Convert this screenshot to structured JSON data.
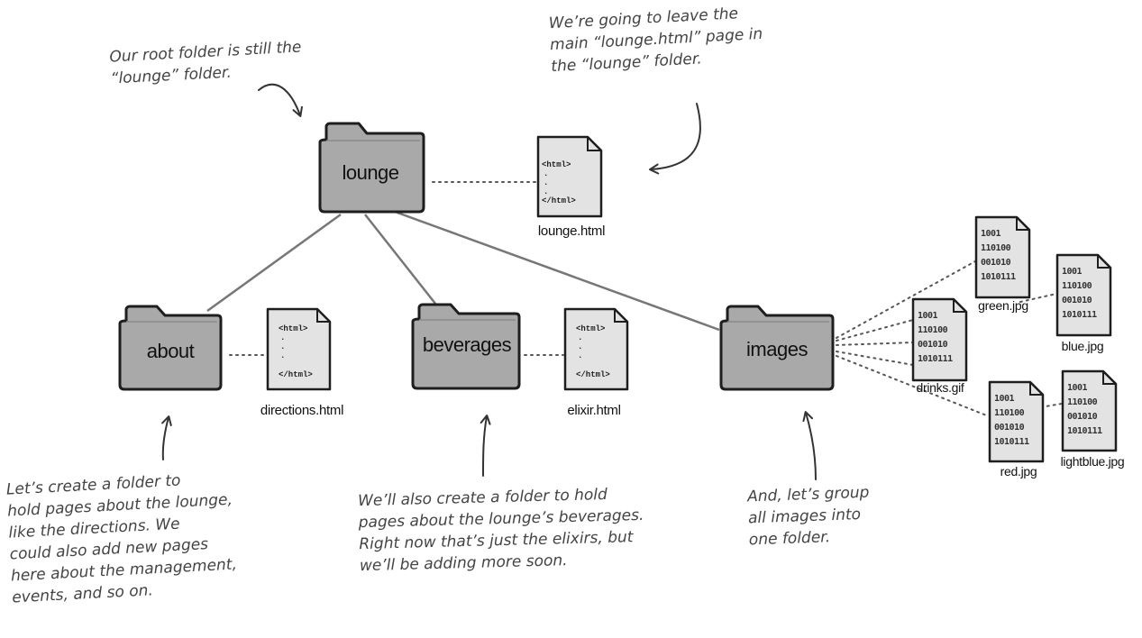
{
  "notes": {
    "root": "Our root folder is still the\n“lounge” folder.",
    "main_page": "We’re going to leave the\nmain “lounge.html” page in\nthe “lounge” folder.",
    "about": "Let’s create a folder to\nhold pages about the lounge,\nlike the directions. We\ncould also add new pages\nhere about the management,\nevents, and so on.",
    "beverages": "We’ll also create a folder to hold\npages about the lounge’s beverages.\nRight now that’s just the elixirs, but\nwe’ll be adding more soon.",
    "images": "And, let’s group\nall images into\none folder."
  },
  "folders": {
    "lounge": "lounge",
    "about": "about",
    "beverages": "beverages",
    "images": "images"
  },
  "html_doc": {
    "open_tag": "<html>",
    "dot": ".",
    "close_tag": "</html>"
  },
  "image_doc": {
    "bits": [
      "1001",
      "110100",
      "001010",
      "1010111"
    ]
  },
  "files": {
    "lounge_html": "lounge.html",
    "directions_html": "directions.html",
    "elixir_html": "elixir.html",
    "drinks_gif": "drinks.gif",
    "green_jpg": "green.jpg",
    "blue_jpg": "blue.jpg",
    "red_jpg": "red.jpg",
    "lightblue_jpg": "lightblue.jpg"
  },
  "colors": {
    "folder_fill": "#a9a9a9",
    "folder_edge": "#1e1e1e",
    "doc_fill": "#e3e3e3",
    "line": "#777777",
    "dotted": "#555555"
  }
}
